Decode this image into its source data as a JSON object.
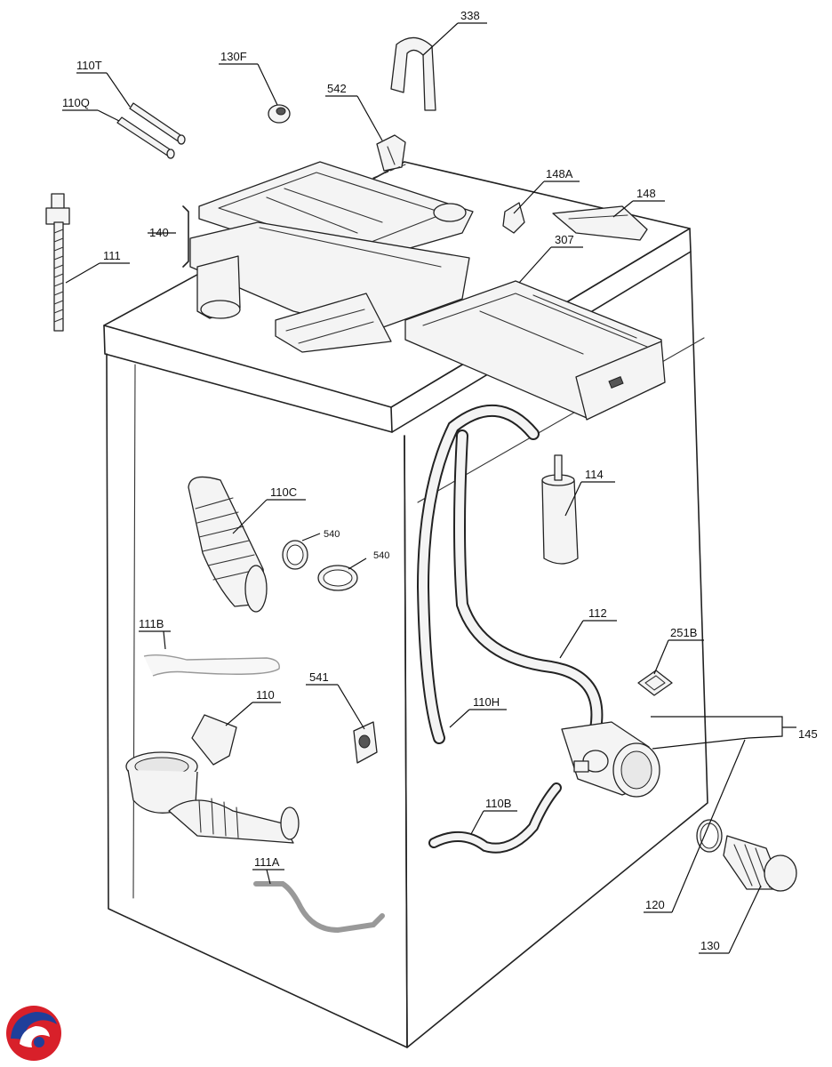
{
  "callouts": {
    "c338": "338",
    "c110T": "110T",
    "c130F": "130F",
    "c110Q": "110Q",
    "c542": "542",
    "c148A": "148A",
    "c148": "148",
    "c140": "140",
    "c111": "111",
    "c307": "307",
    "c114": "114",
    "c110C": "110C",
    "c540a": "540",
    "c540b": "540",
    "c112": "112",
    "c111B": "111B",
    "c251B": "251B",
    "c110": "110",
    "c541": "541",
    "c110H": "110H",
    "c145": "145",
    "c110B": "110B",
    "c111A": "111A",
    "c120": "120",
    "c130": "130"
  },
  "logo": {
    "icon": "brand-swirl-logo-icon",
    "colors": {
      "red": "#d8202a",
      "blue": "#1f3f9a"
    }
  }
}
